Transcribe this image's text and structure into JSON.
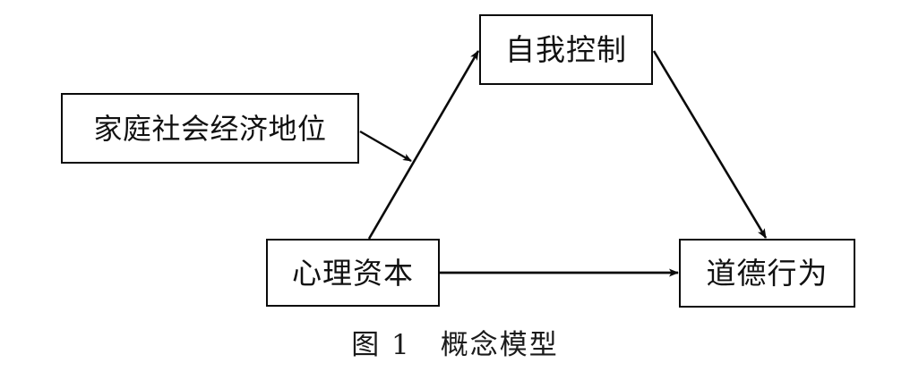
{
  "figure": {
    "caption": "图 1　概念模型",
    "caption_number": "图 1",
    "caption_title": "概念模型",
    "background_color": "#ffffff",
    "line_color": "#0a0a0a",
    "text_color": "#111111"
  },
  "nodes": {
    "family_ses": {
      "label": "家庭社会经济地位",
      "role": "moderator"
    },
    "self_control": {
      "label": "自我控制",
      "role": "mediator"
    },
    "psychological_capital": {
      "label": "心理资本",
      "role": "predictor"
    },
    "moral_behavior": {
      "label": "道德行为",
      "role": "outcome"
    }
  },
  "edges": [
    {
      "name": "psycap-to-selfcontrol",
      "from": "心理资本",
      "to": "自我控制",
      "style": "solid-arrow"
    },
    {
      "name": "selfcontrol-to-moral",
      "from": "自我控制",
      "to": "道德行为",
      "style": "solid-arrow"
    },
    {
      "name": "psycap-to-moral",
      "from": "心理资本",
      "to": "道德行为",
      "style": "solid-arrow"
    },
    {
      "name": "ses-moderates-psycap-to-selfcontrol",
      "from": "家庭社会经济地位",
      "to": "心理资本→自我控制",
      "style": "solid-arrow-moderation"
    }
  ]
}
